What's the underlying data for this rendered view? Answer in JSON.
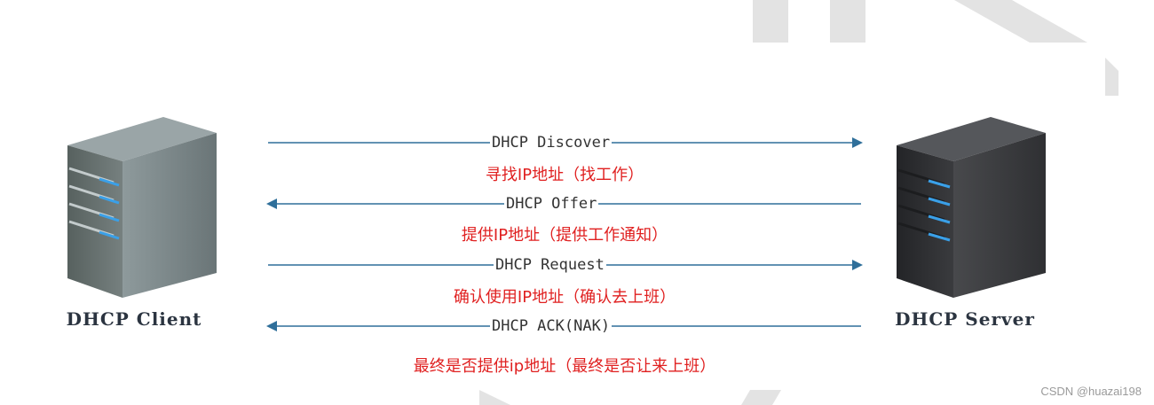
{
  "nodes": {
    "client": {
      "label": "DHCP Client"
    },
    "server": {
      "label": "DHCP Server"
    }
  },
  "messages": [
    {
      "name": "DHCP Discover",
      "direction": "client-to-server",
      "description": "寻找IP地址（找工作）"
    },
    {
      "name": "DHCP Offer",
      "direction": "server-to-client",
      "description": "提供IP地址（提供工作通知）"
    },
    {
      "name": "DHCP Request",
      "direction": "client-to-server",
      "description": "确认使用IP地址（确认去上班）"
    },
    {
      "name": "DHCP ACK(NAK)",
      "direction": "server-to-client",
      "description": "最终是否提供ip地址（最终是否让来上班）"
    }
  ],
  "credit": "CSDN @huazai198",
  "colors": {
    "arrow": "#2f6f9a",
    "description": "#e02020",
    "client_body": "#7b8789",
    "server_body": "#3a3c3f",
    "led": "#3aa0e8",
    "watermark": "#e3e3e3"
  }
}
